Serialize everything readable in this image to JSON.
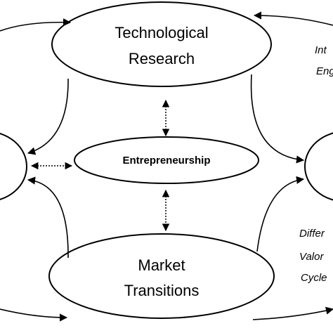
{
  "nodes": {
    "technological_research": {
      "line1": "Technological",
      "line2": "Research"
    },
    "entrepreneurship": {
      "label": "Entrepreneurship"
    },
    "market_transitions": {
      "line1": "Market",
      "line2": "Transitions"
    }
  },
  "side_labels": {
    "top_right": {
      "line1": "Int",
      "line2": "Eng"
    },
    "bottom_right": {
      "line1": "Differ",
      "line2": "Valor",
      "line3": "Cycle"
    }
  },
  "colors": {
    "stroke": "#000000",
    "background": "#ffffff"
  }
}
